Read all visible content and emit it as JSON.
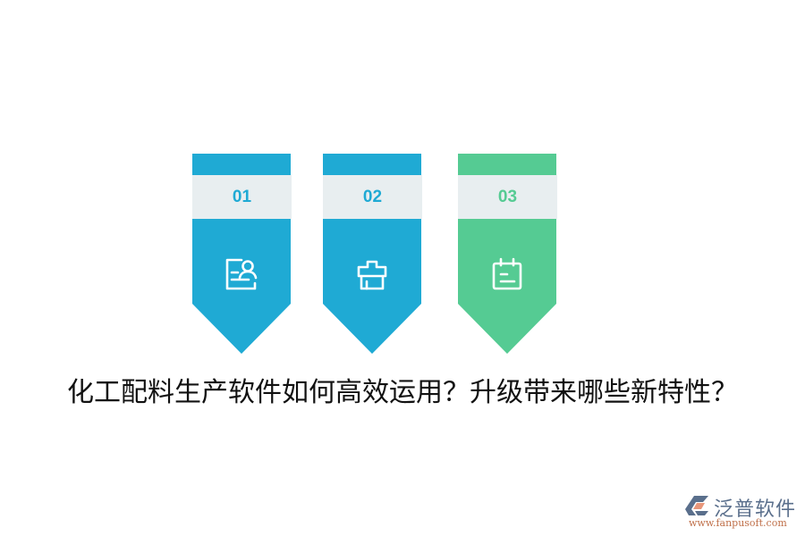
{
  "cards": [
    {
      "number": "01",
      "icon": "profile-card-icon",
      "color": "#1faad4",
      "number_color": "#1faad4"
    },
    {
      "number": "02",
      "icon": "shop-icon",
      "color": "#1faad4",
      "number_color": "#1faad4"
    },
    {
      "number": "03",
      "icon": "calendar-note-icon",
      "color": "#55cb93",
      "number_color": "#55cb93"
    }
  ],
  "title": "化工配料生产软件如何高效运用？升级带来哪些新特性？",
  "logo": {
    "name": "泛普软件",
    "url": "www.fanpusoft.com"
  },
  "colors": {
    "band": "#e8eef0",
    "blue": "#1faad4",
    "green": "#55cb93"
  }
}
